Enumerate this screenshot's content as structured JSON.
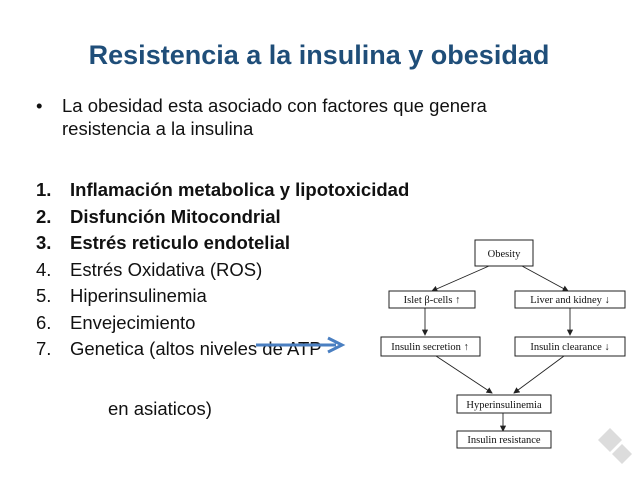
{
  "title": "Resistencia a la insulina y obesidad",
  "bullet": {
    "symbol": "•",
    "text": "La obesidad esta asociado con factores que genera resistencia a la insulina"
  },
  "factors": [
    {
      "num": "1.",
      "label": "Inflamación metabolica y lipotoxicidad",
      "bold": true
    },
    {
      "num": "2.",
      "label": "Disfunción Mitocondrial",
      "bold": true
    },
    {
      "num": "3.",
      "label": "Estrés reticulo endotelial",
      "bold": true
    },
    {
      "num": "4.",
      "label": "Estrés Oxidativa (ROS)",
      "bold": false
    },
    {
      "num": "5.",
      "label": "Hiperinsulinemia",
      "bold": false
    },
    {
      "num": "6.",
      "label": "Envejecimiento",
      "bold": false
    },
    {
      "num": "7.",
      "label": "Genetica (altos niveles de ATP",
      "bold": false
    }
  ],
  "factor7_continuation": "en asiaticos)",
  "diagram": {
    "nodes": {
      "obesity": "Obesity",
      "islet": "Islet β-cells ↑",
      "liver": "Liver and kidney ↓",
      "secretion": "Insulin secretion ↑",
      "clearance": "Insulin clearance ↓",
      "hyper": "Hyperinsulinemia",
      "resistance": "Insulin resistance"
    }
  },
  "colors": {
    "title": "#1f4e79",
    "arrow": "#4a7fc1",
    "text": "#111111"
  }
}
